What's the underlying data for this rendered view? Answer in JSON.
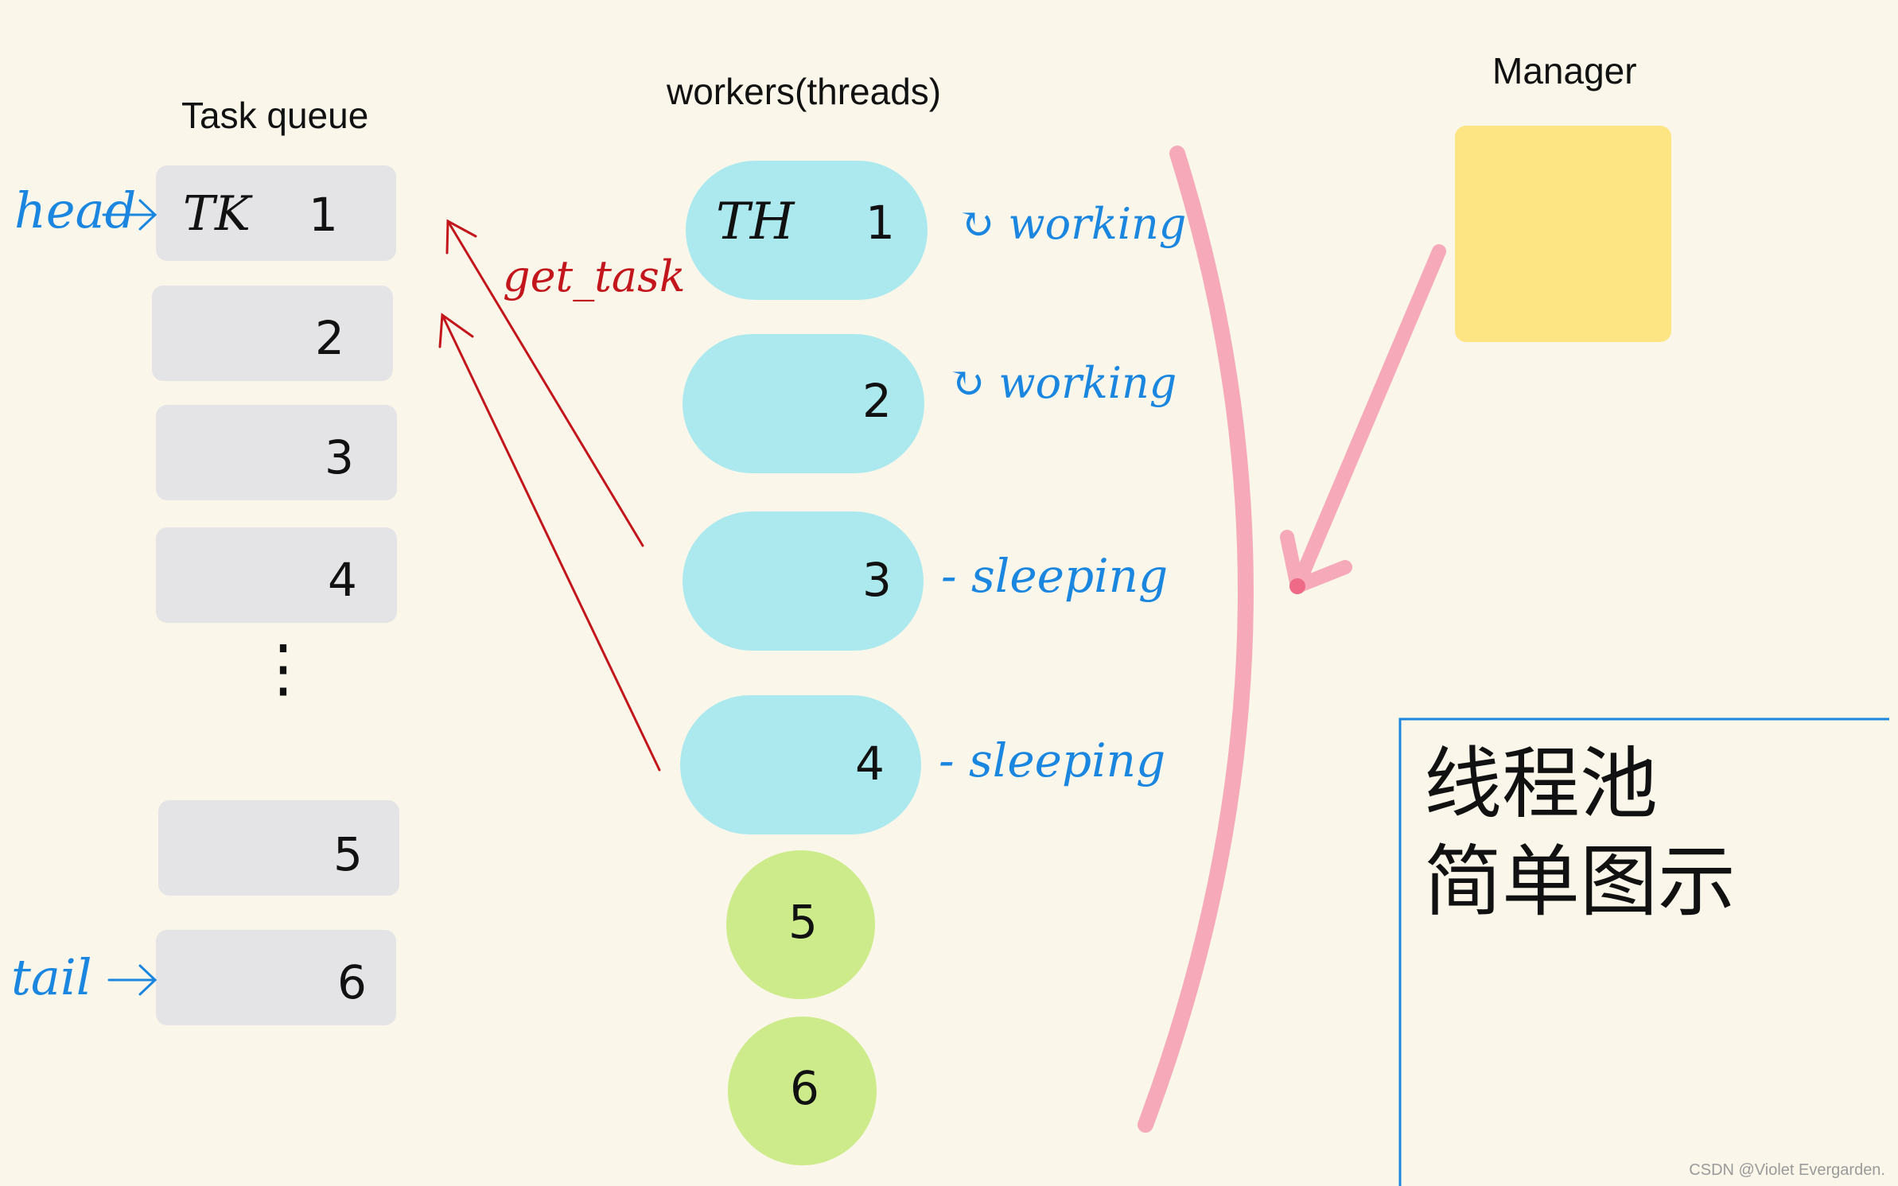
{
  "titles": {
    "task_queue": "Task queue",
    "workers": "workers(threads)",
    "manager": "Manager"
  },
  "tasks": {
    "prefix": "TK",
    "items": [
      "1",
      "2",
      "3",
      "4",
      "5",
      "6"
    ],
    "ellipsis": "⋮"
  },
  "pointers": {
    "head": "head",
    "tail": "tail"
  },
  "workers": {
    "prefix": "TH",
    "items": [
      {
        "id": "1",
        "status": "working"
      },
      {
        "id": "2",
        "status": "working"
      },
      {
        "id": "3",
        "status": "- sleeping"
      },
      {
        "id": "4",
        "status": "- sleeping"
      },
      {
        "id": "5"
      },
      {
        "id": "6"
      }
    ]
  },
  "annotation": {
    "get_task": "get_task"
  },
  "note": {
    "line1": "线程池",
    "line2": "简单图示"
  },
  "watermark": "CSDN @Violet Evergarden.",
  "colors": {
    "background": "#faf7ea",
    "task_box": "#e4e4e6",
    "worker_busy": "#ace9ef",
    "worker_idle": "#cdeb8b",
    "manager": "#fde583",
    "blue_ink": "#1a86e0",
    "red_ink": "#c3161c",
    "pink_ink": "#f6aab9"
  }
}
